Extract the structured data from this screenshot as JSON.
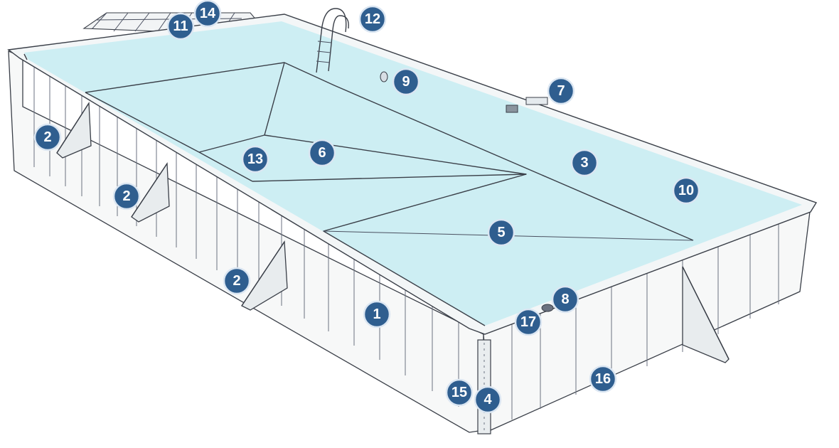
{
  "diagram": {
    "markers": [
      {
        "id": "marker-1",
        "label": "1"
      },
      {
        "id": "marker-2a",
        "label": "2"
      },
      {
        "id": "marker-2b",
        "label": "2"
      },
      {
        "id": "marker-2c",
        "label": "2"
      },
      {
        "id": "marker-3",
        "label": "3"
      },
      {
        "id": "marker-4",
        "label": "4"
      },
      {
        "id": "marker-5",
        "label": "5"
      },
      {
        "id": "marker-6",
        "label": "6"
      },
      {
        "id": "marker-7",
        "label": "7"
      },
      {
        "id": "marker-8",
        "label": "8"
      },
      {
        "id": "marker-9",
        "label": "9"
      },
      {
        "id": "marker-10",
        "label": "10"
      },
      {
        "id": "marker-11",
        "label": "11"
      },
      {
        "id": "marker-12",
        "label": "12"
      },
      {
        "id": "marker-13",
        "label": "13"
      },
      {
        "id": "marker-14",
        "label": "14"
      },
      {
        "id": "marker-15",
        "label": "15"
      },
      {
        "id": "marker-16",
        "label": "16"
      },
      {
        "id": "marker-17",
        "label": "17"
      }
    ],
    "colors": {
      "water": "#cdeef3",
      "marker_fill": "#2f5e8f",
      "marker_text": "#ffffff",
      "outline": "#3a3f48"
    }
  }
}
